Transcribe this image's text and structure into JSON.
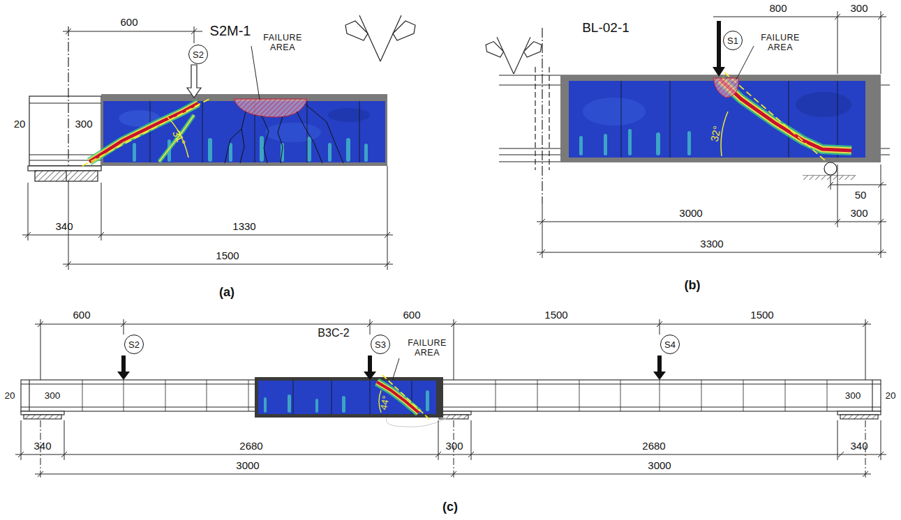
{
  "diagram": {
    "nodes": [
      {
        "text": [
          "S2"
        ]
      },
      {
        "text": [
          "S1"
        ]
      },
      {
        "text": [
          "S2"
        ]
      },
      {
        "text": [
          "S3"
        ]
      },
      {
        "text": [
          "S4"
        ]
      }
    ],
    "labels": [
      "600",
      "S2M-1",
      "FAILURE AREA",
      "20",
      "300",
      "31°",
      "340",
      "1330",
      "1500",
      "(a)",
      "BL-02-1",
      "800",
      "300",
      "FAILURE AREA",
      "32°",
      "50",
      "3000",
      "300",
      "3300",
      "(b)",
      "600",
      "B3C-2",
      "600",
      "FAILURE AREA",
      "1500",
      "1500",
      "20",
      "300",
      "44°",
      "300",
      "20",
      "340",
      "2680",
      "300",
      "2680",
      "340",
      "3000",
      "3000",
      "(c)"
    ]
  }
}
